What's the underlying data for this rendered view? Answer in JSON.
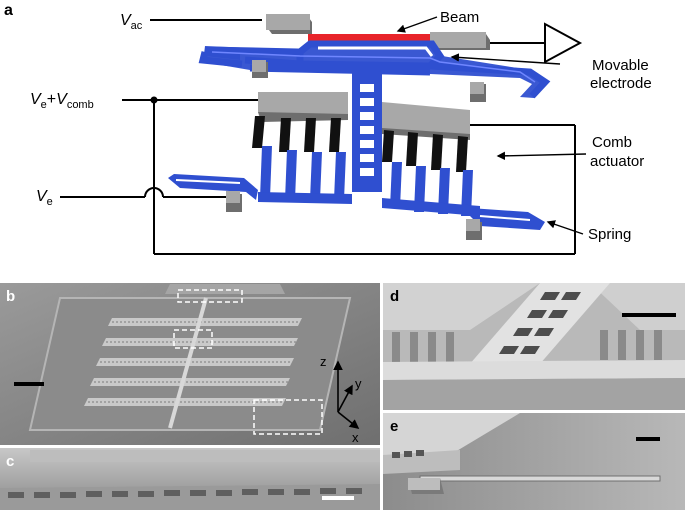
{
  "panel_a": {
    "letter": "a",
    "labels": {
      "v_ac_main": "V",
      "v_ac_sub": "ac",
      "v_e_comb_a": "V",
      "v_e_comb_b": "e",
      "v_e_comb_c": "+",
      "v_e_comb_d": "V",
      "v_e_comb_e": "comb",
      "v_e_main": "V",
      "v_e_sub": "e",
      "beam": "Beam",
      "movable_1": "Movable",
      "movable_2": "electrode",
      "comb_1": "Comb",
      "comb_2": "actuator",
      "spring": "Spring"
    },
    "colors": {
      "beam": "#e8242a",
      "electrode": "#2f4fd0",
      "anchor_top": "#a8a8a8",
      "anchor_side": "#6e6e6e",
      "comb_finger": "#111111"
    }
  },
  "panel_b": {
    "letter": "b",
    "axes": {
      "z": "z",
      "y": "y",
      "x": "x"
    }
  },
  "panel_c": {
    "letter": "c"
  },
  "panel_d": {
    "letter": "d"
  },
  "panel_e": {
    "letter": "e"
  }
}
